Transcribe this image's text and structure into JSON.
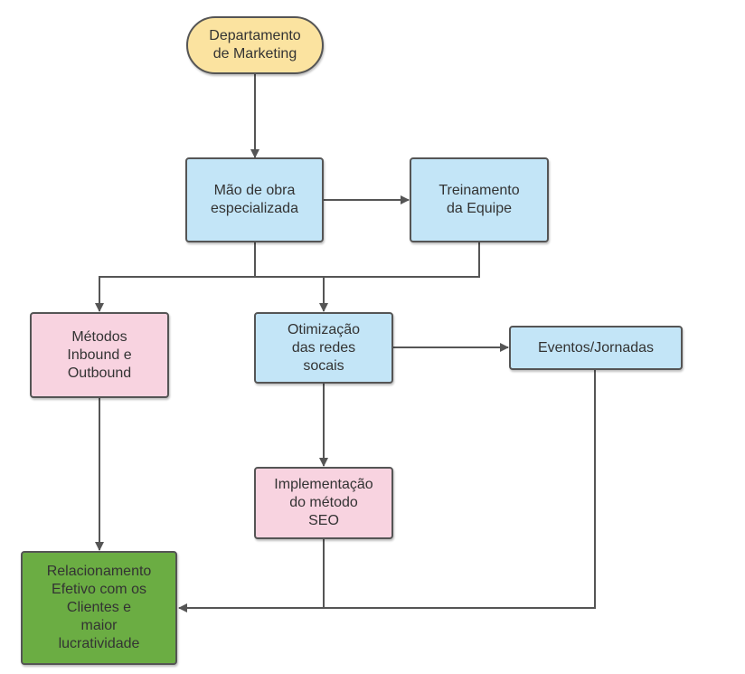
{
  "colors": {
    "start": "#fbe3a0",
    "process_blue": "#c3e5f7",
    "process_pink": "#f8d3e0",
    "result_green": "#6bad43",
    "line": "#555555"
  },
  "nodes": {
    "departamento_marketing": {
      "label": "Departamento\nde Marketing"
    },
    "mao_de_obra": {
      "label": "Mão de obra\nespecializada"
    },
    "treinamento": {
      "label": "Treinamento\nda Equipe"
    },
    "metodos": {
      "label": "Métodos\nInbound e\nOutbound"
    },
    "otimizacao": {
      "label": "Otimização\ndas redes\nsocais"
    },
    "eventos": {
      "label": "Eventos/Jornadas"
    },
    "implementacao": {
      "label": "Implementação\ndo método\nSEO"
    },
    "relacionamento": {
      "label": "Relacionamento\nEfetivo com os\nClientes e\nmaior\nlucratividade"
    }
  }
}
